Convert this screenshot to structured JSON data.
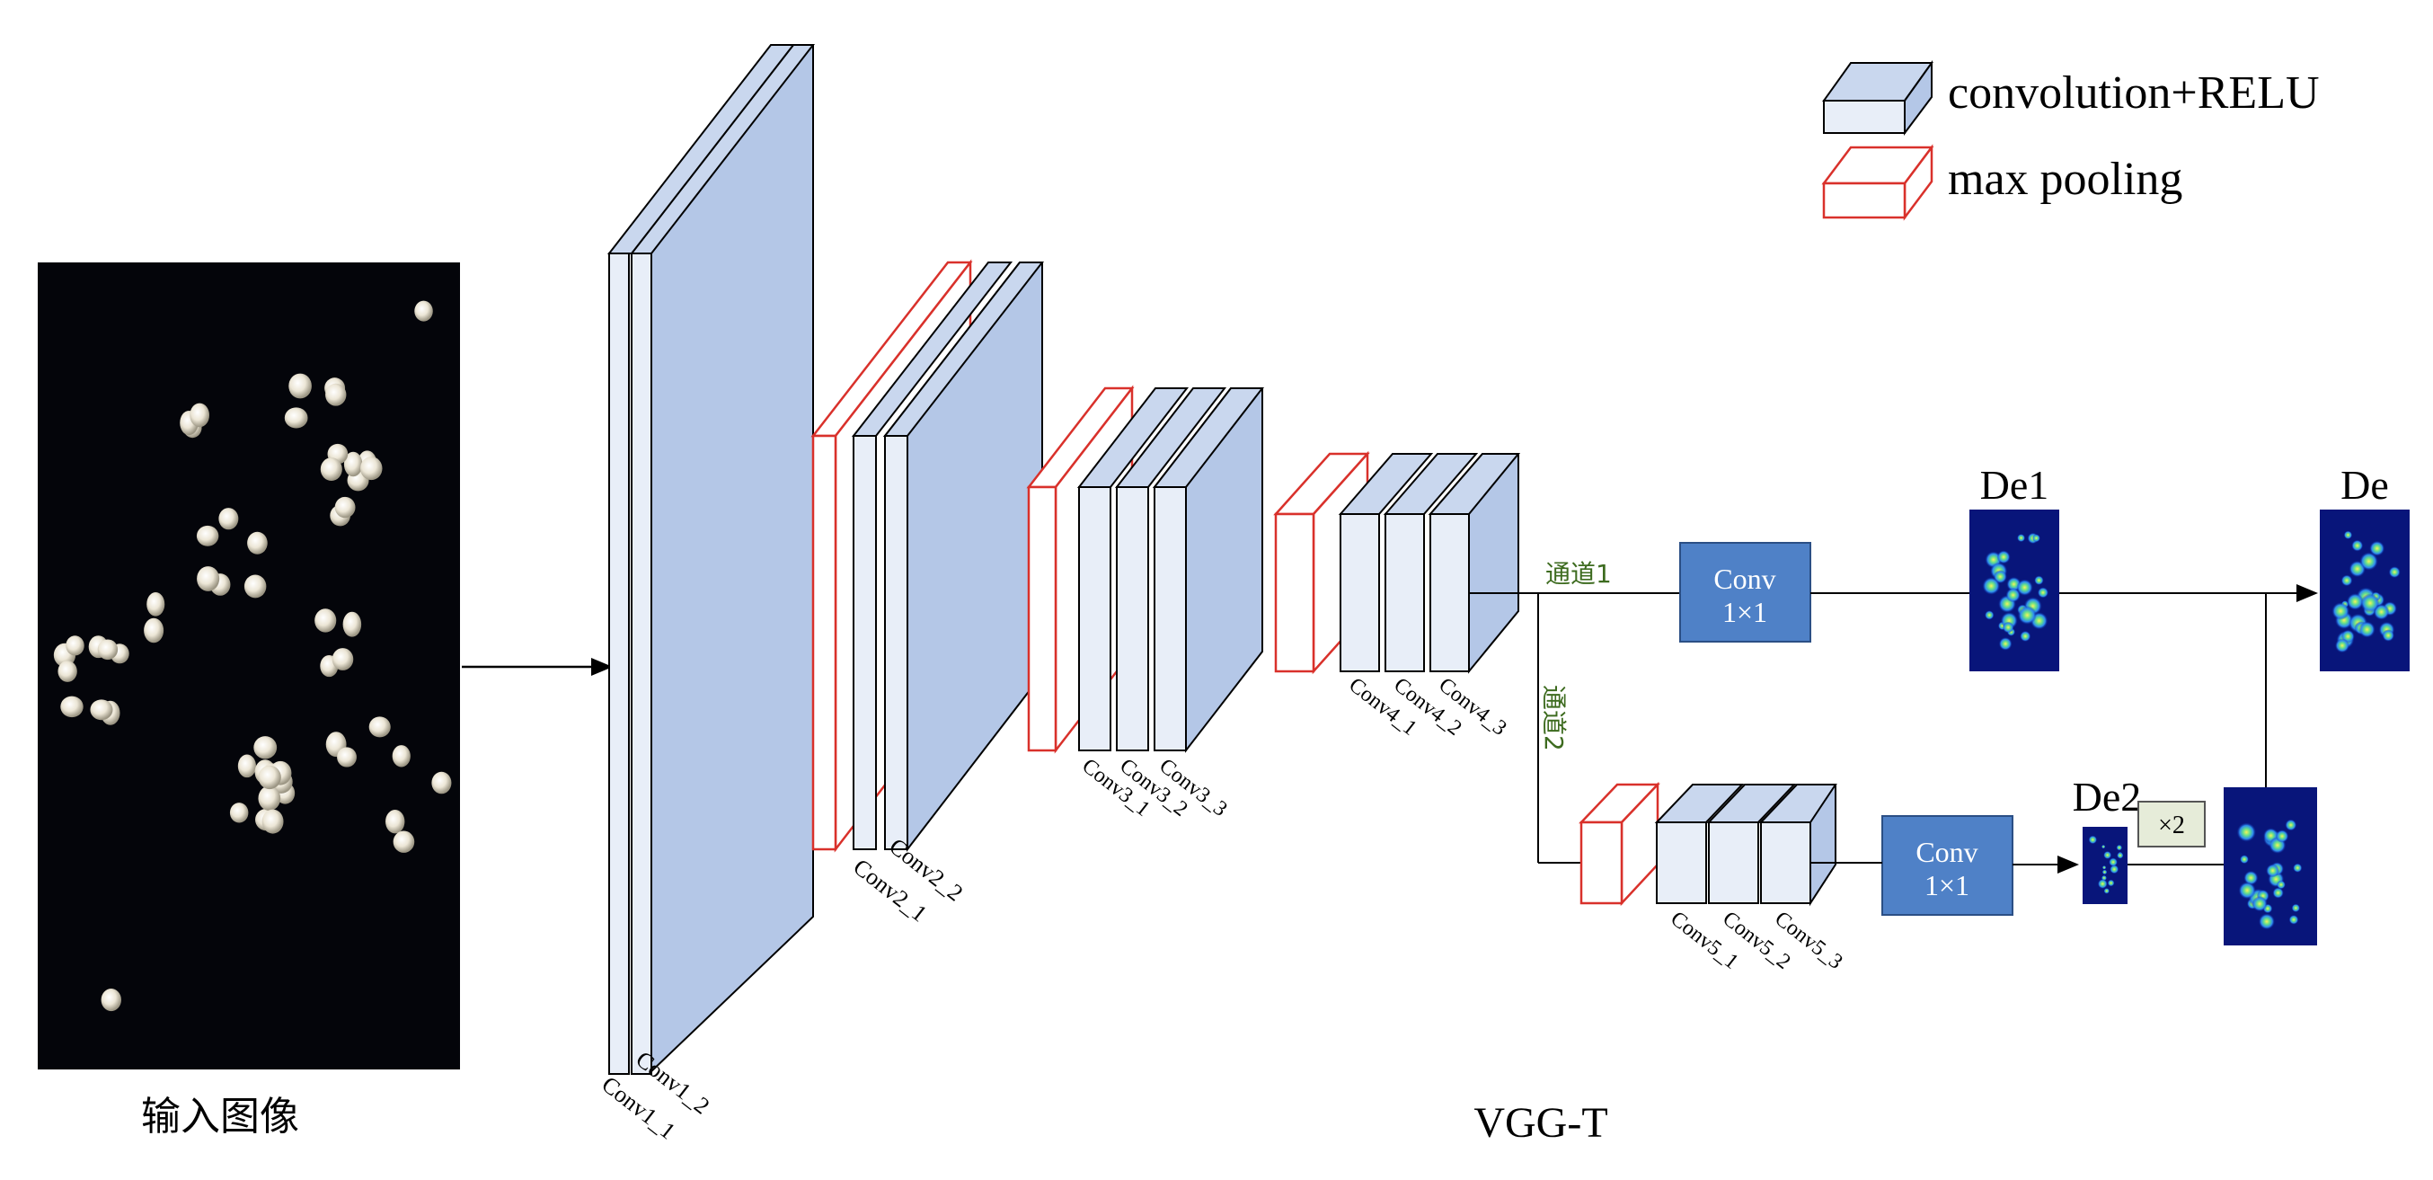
{
  "legend": {
    "conv_label": "convolution+RELU",
    "pool_label": "max pooling"
  },
  "input": {
    "label": "输入图像"
  },
  "network": {
    "title": "VGG-T"
  },
  "stages": [
    {
      "layers": [
        "Conv1_1",
        "Conv1_2"
      ]
    },
    {
      "layers": [
        "Conv2_1",
        "Conv2_2"
      ]
    },
    {
      "layers": [
        "Conv3_1",
        "Conv3_2",
        "Conv3_3"
      ]
    },
    {
      "layers": [
        "Conv4_1",
        "Conv4_2",
        "Conv4_3"
      ]
    },
    {
      "layers": [
        "Conv5_1",
        "Conv5_2",
        "Conv5_3"
      ]
    }
  ],
  "branches": {
    "channel1": "通道1",
    "channel2": "通道2"
  },
  "conv1x1": {
    "line1": "Conv",
    "line2": "1×1"
  },
  "outputs": {
    "de1": "De1",
    "de2": "De2",
    "de": "De",
    "upsample": "×2"
  },
  "colors": {
    "conv_face": "#e8eef8",
    "conv_side": "#b4c7e7",
    "pool_stroke": "#d9312b",
    "conv1x1_fill": "#4f81c7",
    "upsample_fill": "#e6ecd9",
    "branch_text": "#3d6b1f",
    "heatmap_bg": "#08157a"
  },
  "icons": {
    "arrow": "arrow-right-icon"
  }
}
